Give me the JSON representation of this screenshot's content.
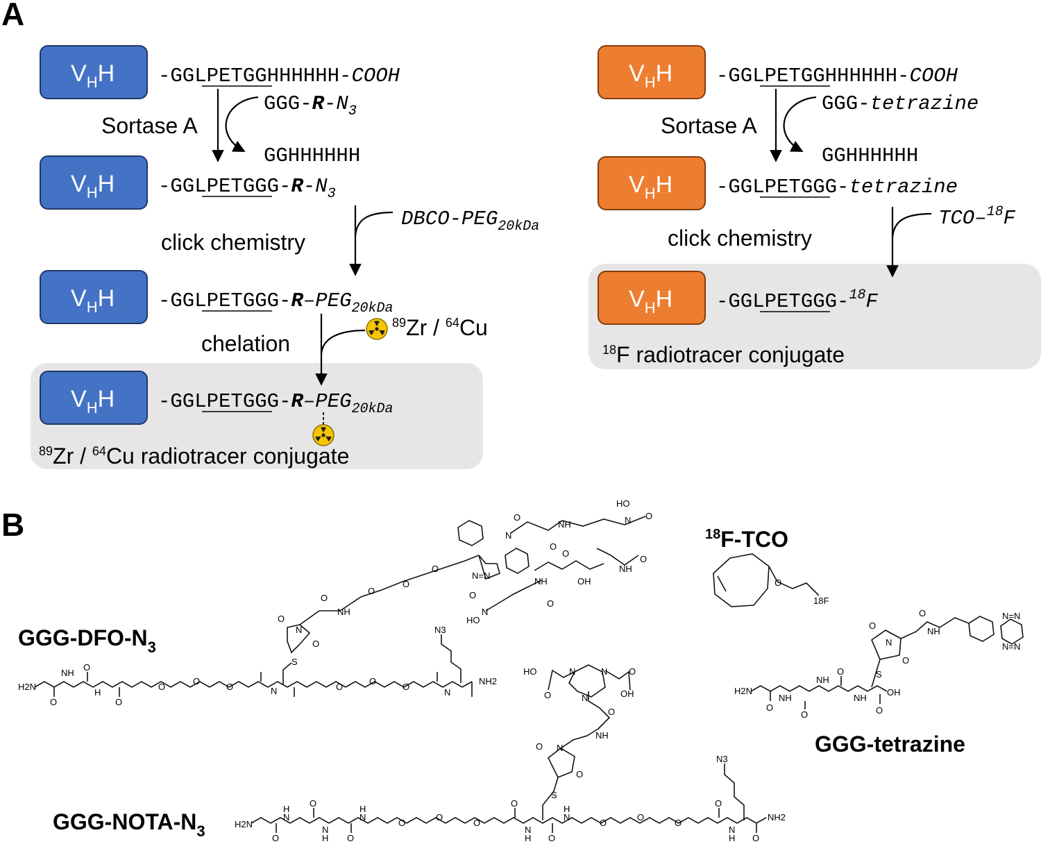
{
  "panels": {
    "a": "A",
    "b": "B"
  },
  "colors": {
    "blue_box": "#4472c4",
    "blue_border": "#1f3864",
    "orange_box": "#ed7d31",
    "orange_border": "#843c0c",
    "highlight_bg": "#e7e6e6"
  },
  "vhh": {
    "main": "V",
    "sub": "H",
    "end": "H"
  },
  "left_scheme": {
    "row1_seq_pre": "-GG",
    "row1_site": "LPETG",
    "row1_seq_post": "GHHHHHH-",
    "row1_terminal": "COOH",
    "reagent_pre": "GGG-",
    "reagent_r": "R",
    "reagent_n": "-N",
    "reagent_n_sub": "3",
    "enzyme": "Sortase A",
    "leaving_group": "GGHHHHHH",
    "row2_seq_pre": "-GG",
    "row2_site": "LPETG",
    "row2_seq_post": "GG-",
    "row2_r": "R",
    "row2_n": "-N",
    "row2_n_sub": "3",
    "click_label": "click chemistry",
    "click_reagent": "DBCO-PEG",
    "click_reagent_sub": "20kDa",
    "row3_seq_pre": "-GG",
    "row3_site": "LPETG",
    "row3_seq_post": "GG-",
    "row3_r": "R",
    "row3_peg": "–PEG",
    "row3_peg_sub": "20kDa",
    "chelation_label": "chelation",
    "isotope_sup1": "89",
    "isotope_el1": "Zr / ",
    "isotope_sup2": "64",
    "isotope_el2": "Cu",
    "row4_seq_pre": "-GG",
    "row4_site": "LPETG",
    "row4_seq_post": "GG-",
    "row4_r": "R",
    "row4_peg": "–PEG",
    "row4_peg_sub": "20kDa",
    "conj_sup1": "89",
    "conj_el1": "Zr / ",
    "conj_sup2": "64",
    "conj_el2": "Cu radiotracer conjugate"
  },
  "right_scheme": {
    "row1_seq_pre": "-GG",
    "row1_site": "LPETG",
    "row1_seq_post": "GHHHHHH-",
    "row1_terminal": "COOH",
    "reagent_pre": "GGG-",
    "reagent_tz": "tetrazine",
    "enzyme": "Sortase A",
    "leaving_group": "GGHHHHHH",
    "row2_seq_pre": "-GG",
    "row2_site": "LPETG",
    "row2_seq_post": "GG-",
    "row2_tz": "tetrazine",
    "click_label": "click chemistry",
    "click_reagent": "TCO–",
    "click_reagent_sup": "18",
    "click_reagent_el": "F",
    "row3_seq_pre": "-GG",
    "row3_site": "LPETG",
    "row3_seq_post": "GG-",
    "row3_sup": "18",
    "row3_el": "F",
    "conj_sup": "18",
    "conj_el": "F radiotracer conjugate"
  },
  "structures": {
    "dfo_name": "GGG-DFO-N",
    "dfo_sub": "3",
    "nota_name": "GGG-NOTA-N",
    "nota_sub": "3",
    "tco_sup": "18",
    "tco_name": "F-TCO",
    "tz_name": "GGG-tetrazine",
    "atoms": {
      "h2n": "H2N",
      "nh": "NH",
      "n": "N",
      "h": "H",
      "o": "O",
      "s": "S",
      "n3": "N3",
      "nh2": "NH2",
      "ho": "HO",
      "oh": "OH",
      "f18": "18F",
      "nn": "N=N"
    }
  }
}
